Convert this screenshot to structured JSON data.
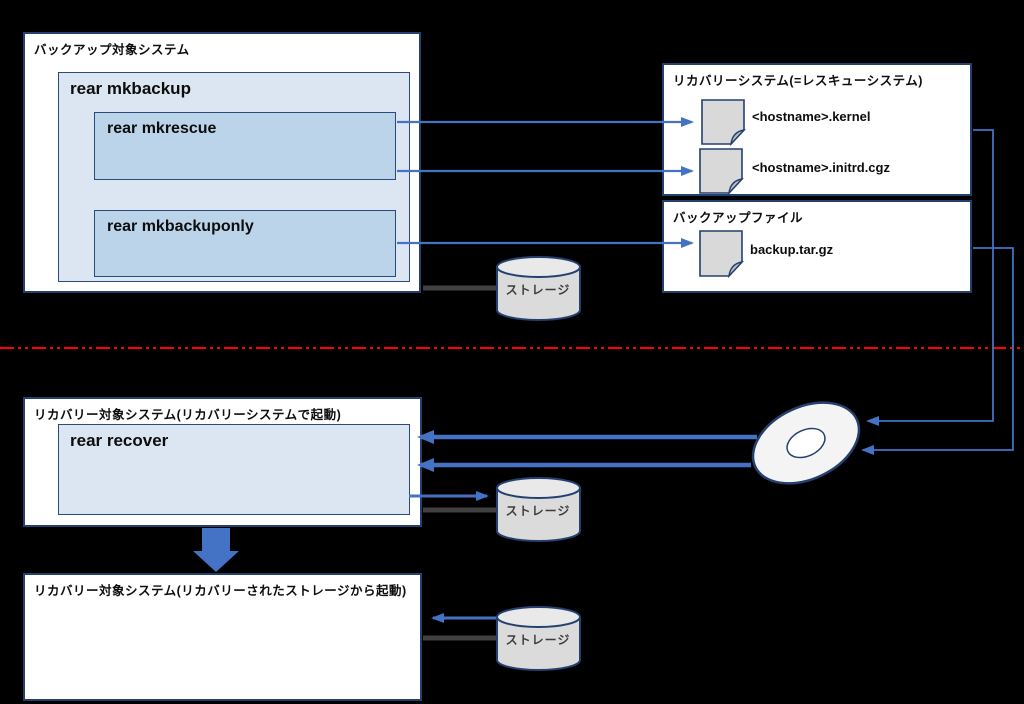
{
  "backup_system": {
    "title": "バックアップ対象システム",
    "mkbackup_label": "rear mkbackup",
    "mkrescue_label": "rear mkrescue",
    "mkbackuponly_label": "rear mkbackuponly"
  },
  "recovery_system": {
    "title": "リカバリーシステム(=レスキューシステム)",
    "files": [
      {
        "name": "<hostname>.kernel"
      },
      {
        "name": "<hostname>.initrd.cgz"
      }
    ]
  },
  "backup_file": {
    "title": "バックアップファイル",
    "files": [
      {
        "name": "backup.tar.gz"
      }
    ]
  },
  "recovery_target_rescue_boot": {
    "title": "リカバリー対象システム(リカバリーシステムで起動)",
    "recover_label": "rear recover"
  },
  "recovery_target_storage_boot": {
    "title": "リカバリー対象システム(リカバリーされたストレージから起動)"
  },
  "storage": {
    "labels": [
      "ストレージ",
      "ストレージ",
      "ストレージ"
    ]
  },
  "colors": {
    "background": "#000000",
    "accent_blue": "#4472c4",
    "box_border": "#24406e",
    "light_blue_fill": "#dce6f2",
    "mid_blue_fill": "#bcd4ea",
    "gray_fill": "#d9d9d9",
    "connector_gray": "#404040",
    "divider_red": "#ff0000"
  }
}
